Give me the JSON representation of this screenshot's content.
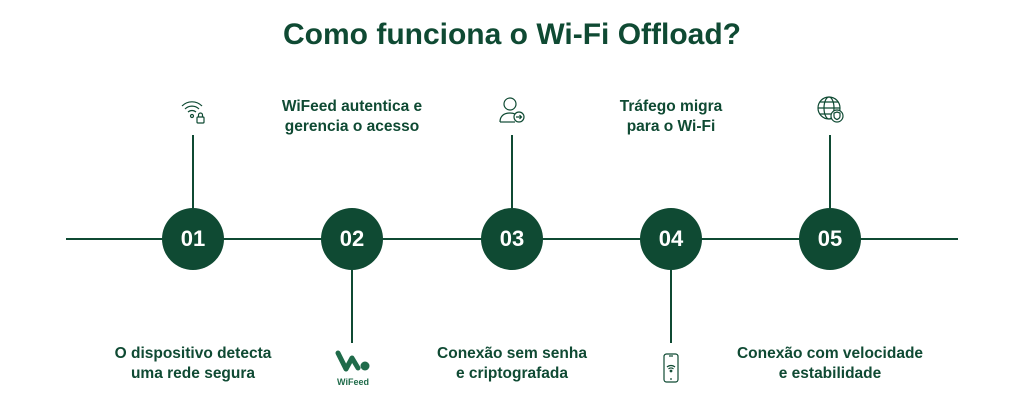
{
  "title": "Como funciona o Wi-Fi Offload?",
  "steps": [
    {
      "number": "01",
      "label_line1": "O dispositivo detecta",
      "label_line2": "uma rede segura",
      "icon": "wifi-lock-icon"
    },
    {
      "number": "02",
      "label_line1": "WiFeed autentica e",
      "label_line2": "gerencia o acesso",
      "icon": "wifeed-logo"
    },
    {
      "number": "03",
      "label_line1": "Conexão sem senha",
      "label_line2": "e criptografada",
      "icon": "user-arrow-icon"
    },
    {
      "number": "04",
      "label_line1": "Tráfego migra",
      "label_line2": "para o Wi-Fi",
      "icon": "phone-wifi-icon"
    },
    {
      "number": "05",
      "label_line1": "Conexão com velocidade",
      "label_line2": "e estabilidade",
      "icon": "globe-shield-icon"
    }
  ],
  "logo_text": "WiFeed",
  "colors": {
    "primary": "#0f4a33"
  }
}
